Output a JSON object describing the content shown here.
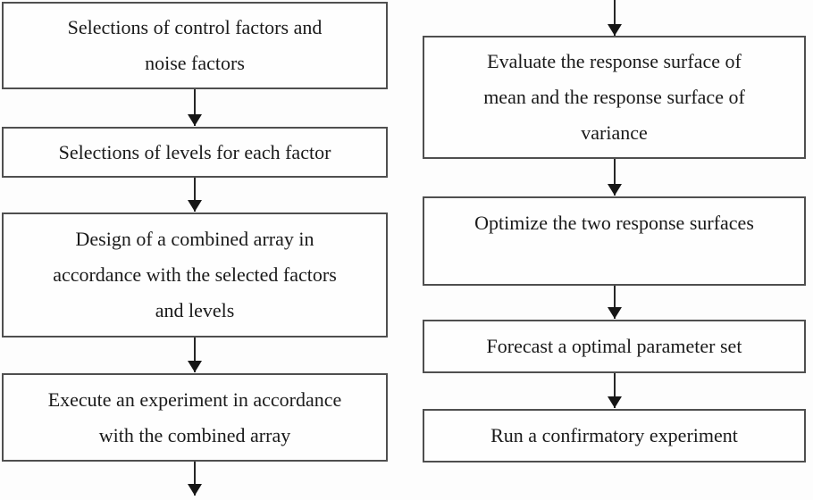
{
  "figure": {
    "type": "flowchart",
    "colors": {
      "background": "#fdfdfd",
      "box_fill": "#fefefe",
      "box_border": "#4f4f4f",
      "text": "#1a1a1a",
      "arrow": "#161616"
    },
    "left_column": {
      "boxes": [
        {
          "label": "Selections of control factors and noise factors",
          "lines": [
            "Selections of control factors and",
            "noise factors"
          ]
        },
        {
          "label": "Selections of levels for each factor",
          "lines": [
            "Selections of levels for each factor"
          ]
        },
        {
          "label": "Design of a combined array in accordance with the selected factors and levels",
          "lines": [
            "Design of a combined array in",
            "accordance with the selected factors",
            "and levels"
          ]
        },
        {
          "label": "Execute an experiment in accordance with the combined array",
          "lines": [
            "Execute an experiment in accordance",
            "with the combined array"
          ]
        }
      ]
    },
    "right_column": {
      "boxes": [
        {
          "label": "Evaluate the response surface of mean and the response surface of variance",
          "lines": [
            "Evaluate the response surface of",
            "mean and the response surface of",
            "variance"
          ]
        },
        {
          "label": "Optimize the two response surfaces",
          "lines": [
            "Optimize the two response surfaces"
          ]
        },
        {
          "label": "Forecast a optimal parameter set",
          "lines": [
            "Forecast a optimal parameter set"
          ]
        },
        {
          "label": "Run a confirmatory experiment",
          "lines": [
            "Run a confirmatory experiment"
          ]
        }
      ]
    }
  }
}
